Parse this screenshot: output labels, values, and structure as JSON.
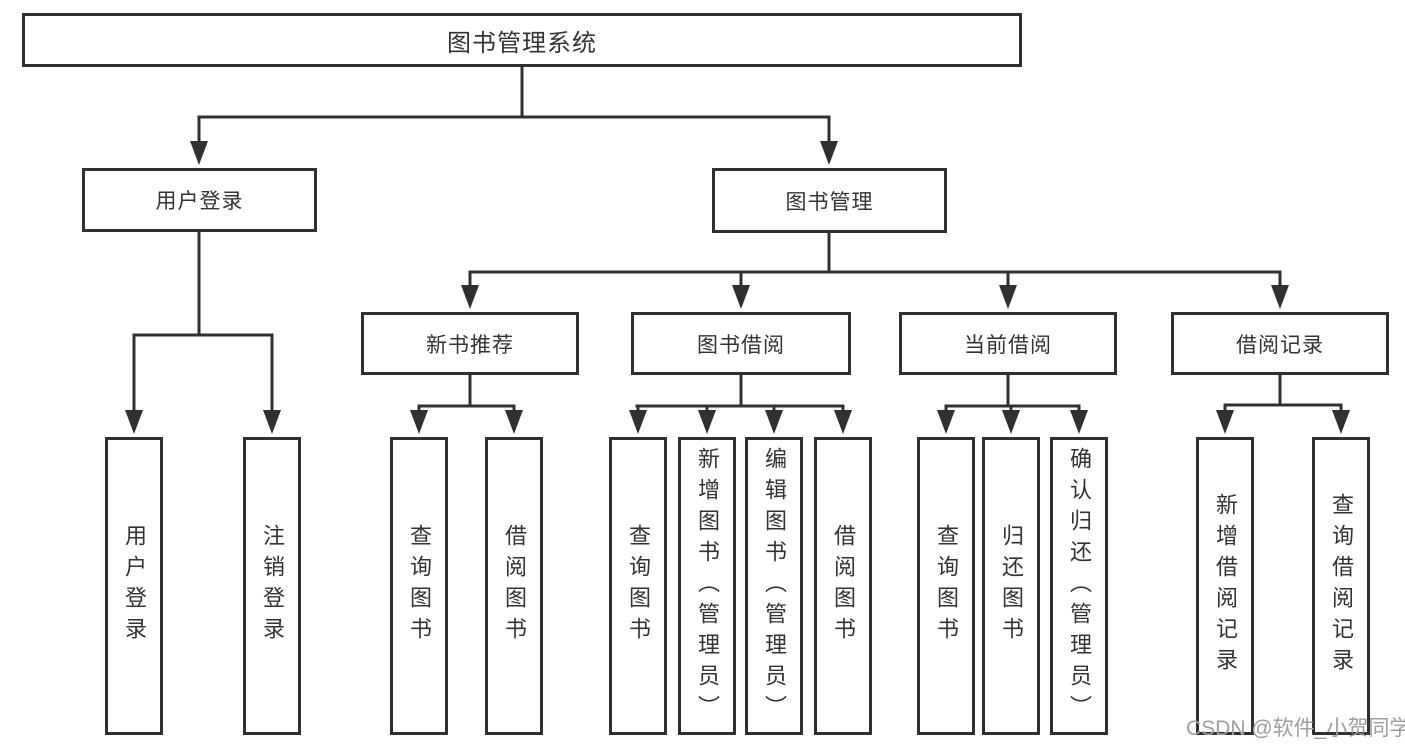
{
  "diagram": {
    "root": {
      "label": "图书管理系统"
    },
    "level2": [
      {
        "label": "用户登录"
      },
      {
        "label": "图书管理"
      }
    ],
    "login_children": [
      "用户登录",
      "注销登录"
    ],
    "sections": [
      {
        "label": "新书推荐",
        "children": [
          "查询图书",
          "借阅图书"
        ]
      },
      {
        "label": "图书借阅",
        "children": [
          "查询图书",
          "新增图书（管理员）",
          "编辑图书（管理员）",
          "借阅图书"
        ]
      },
      {
        "label": "当前借阅",
        "children": [
          "查询图书",
          "归还图书",
          "确认归还（管理员）"
        ]
      },
      {
        "label": "借阅记录",
        "children": [
          "新增借阅记录",
          "查询借阅记录"
        ]
      }
    ]
  },
  "watermark": {
    "text": "CSDN @软件_小贺同学"
  },
  "colors": {
    "line": "#303030",
    "border": "#303030",
    "text": "#333333",
    "background": "#ffffff",
    "watermark": "#9e9e9e"
  }
}
